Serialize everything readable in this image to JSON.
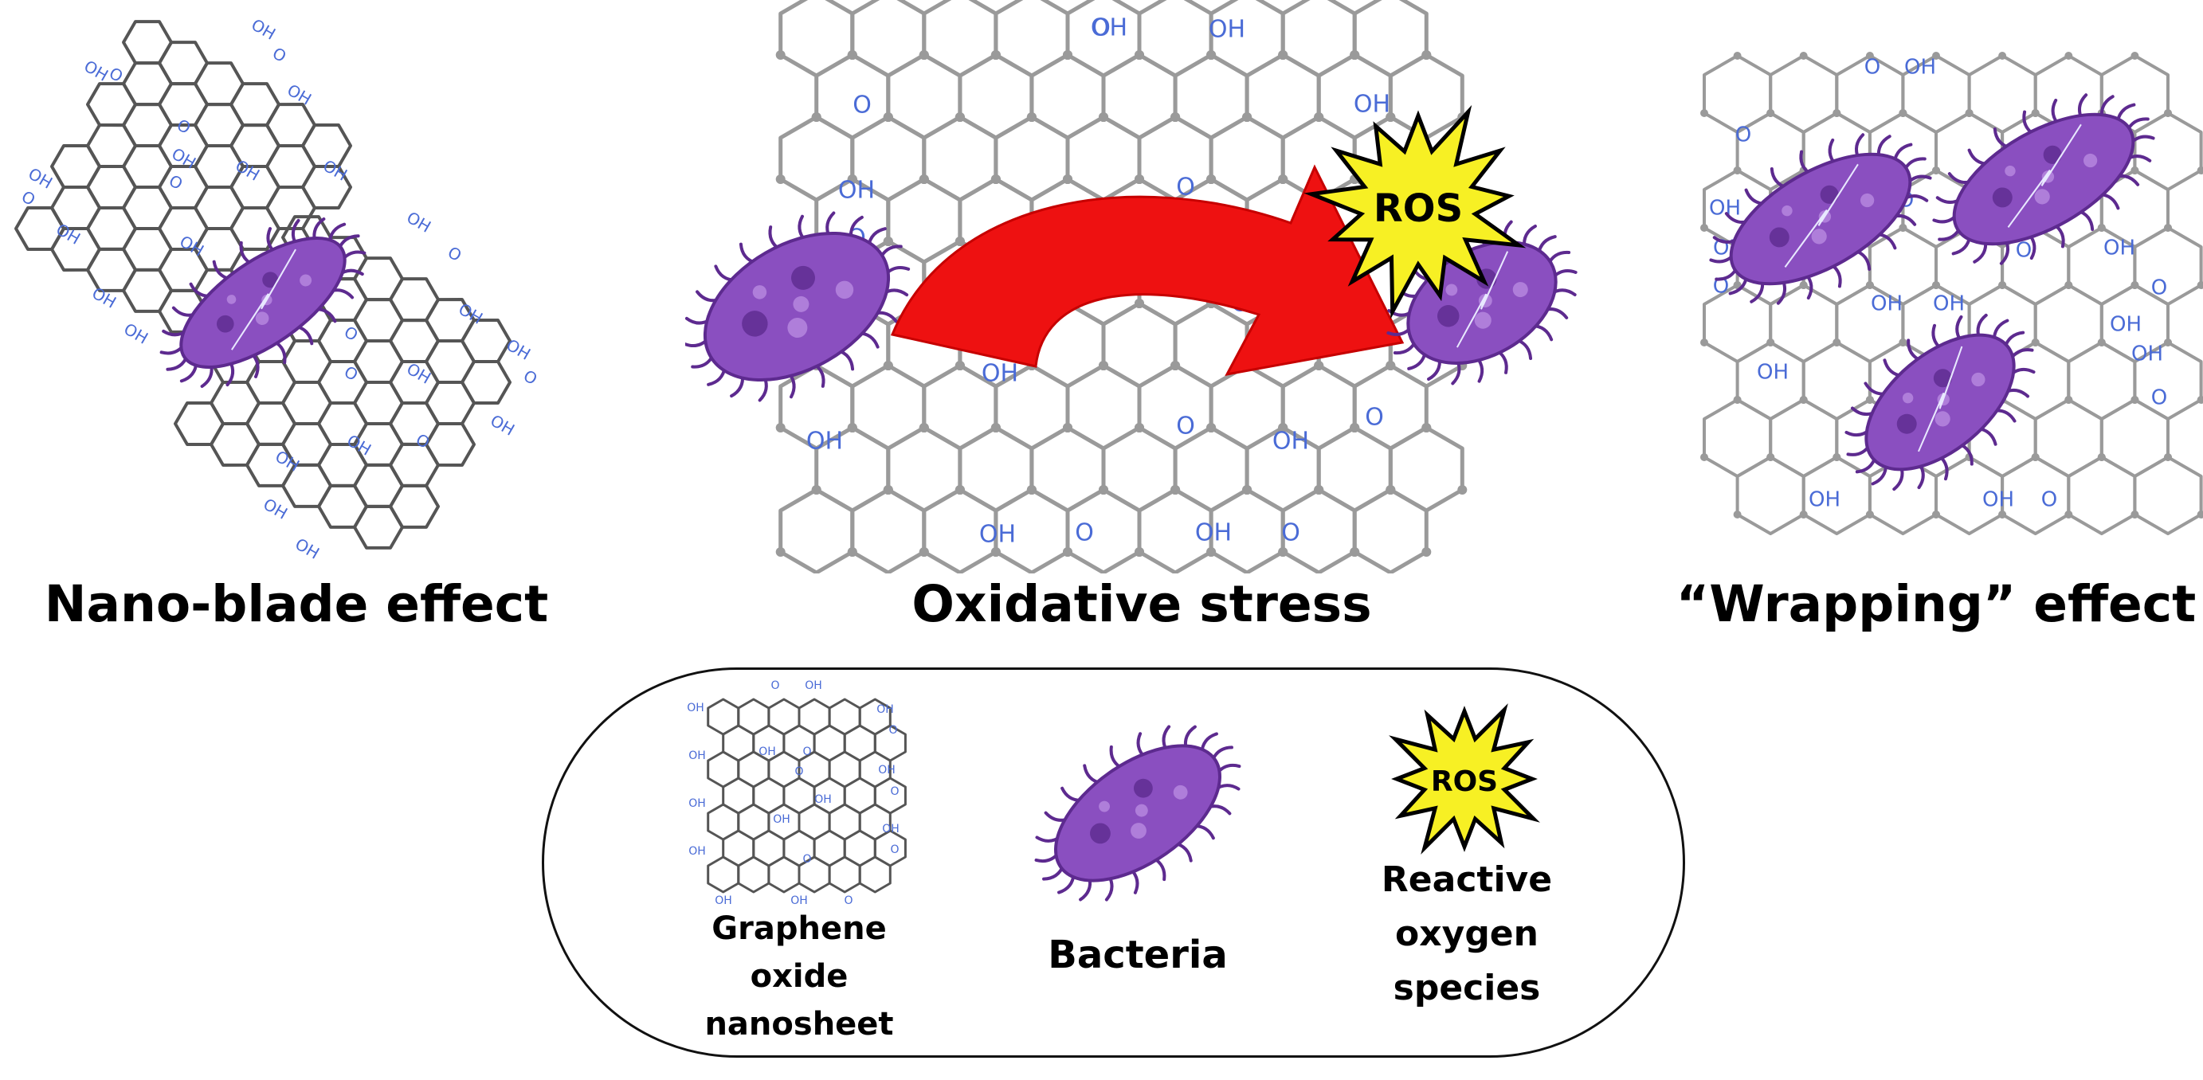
{
  "headings": {
    "nano": "Nano-blade effect",
    "oxidative": "Oxidative stress",
    "wrapping": "“Wrapping” effect"
  },
  "legend": {
    "graphene": "Graphene\noxide\nnanosheet",
    "bacteria": "Bacteria",
    "ros": "Reactive\noxygen\nspecies"
  },
  "badge": {
    "ros": "ROS"
  },
  "groups": {
    "oh": "OH",
    "o": "O"
  },
  "colors": {
    "lattice": "#555555",
    "lattice_light": "#9a9a9a",
    "functional": "#4a6bd6",
    "bacteria": "#8a4fc0",
    "bacteria_dark": "#5d2a8f",
    "arrow": "#ee1111",
    "ros_fill": "#f7f024",
    "bolt": "#ffffff"
  }
}
